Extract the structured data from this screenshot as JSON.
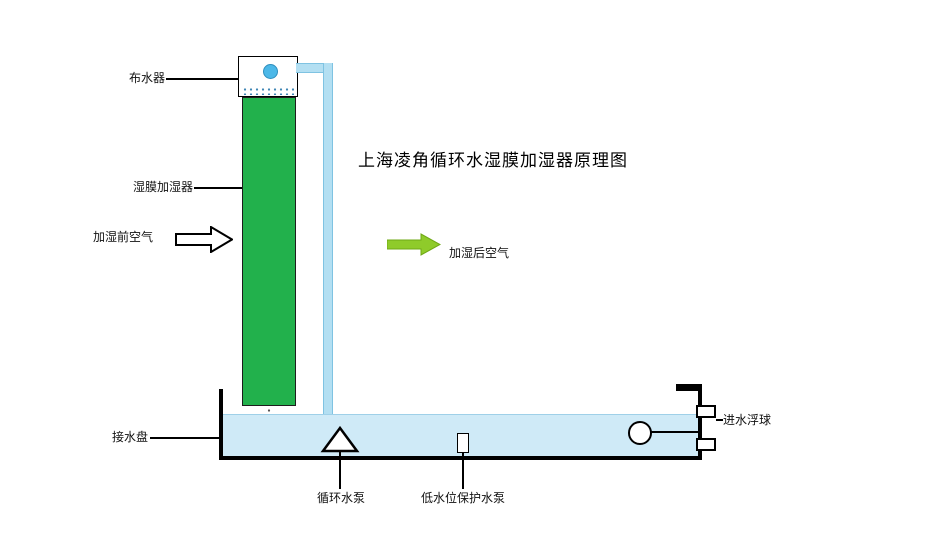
{
  "title": "上海凌角循环水湿膜加湿器原理图",
  "labels": {
    "water_distributor": "布水器",
    "wet_membrane": "湿膜加湿器",
    "air_before": "加湿前空气",
    "air_after": "加湿后空气",
    "water_tray": "接水盘",
    "circulation_pump": "循环水泵",
    "low_water_pump": "低水位保护水泵",
    "inlet_float": "进水浮球"
  },
  "colors": {
    "membrane_green": "#22b14c",
    "pipe_blue": "#b3dff2",
    "water_blue": "#cfeaf7",
    "arrow_green": "#8fcb2a",
    "nozzle_blue": "#4cb8e8",
    "outline_black": "#000000"
  }
}
